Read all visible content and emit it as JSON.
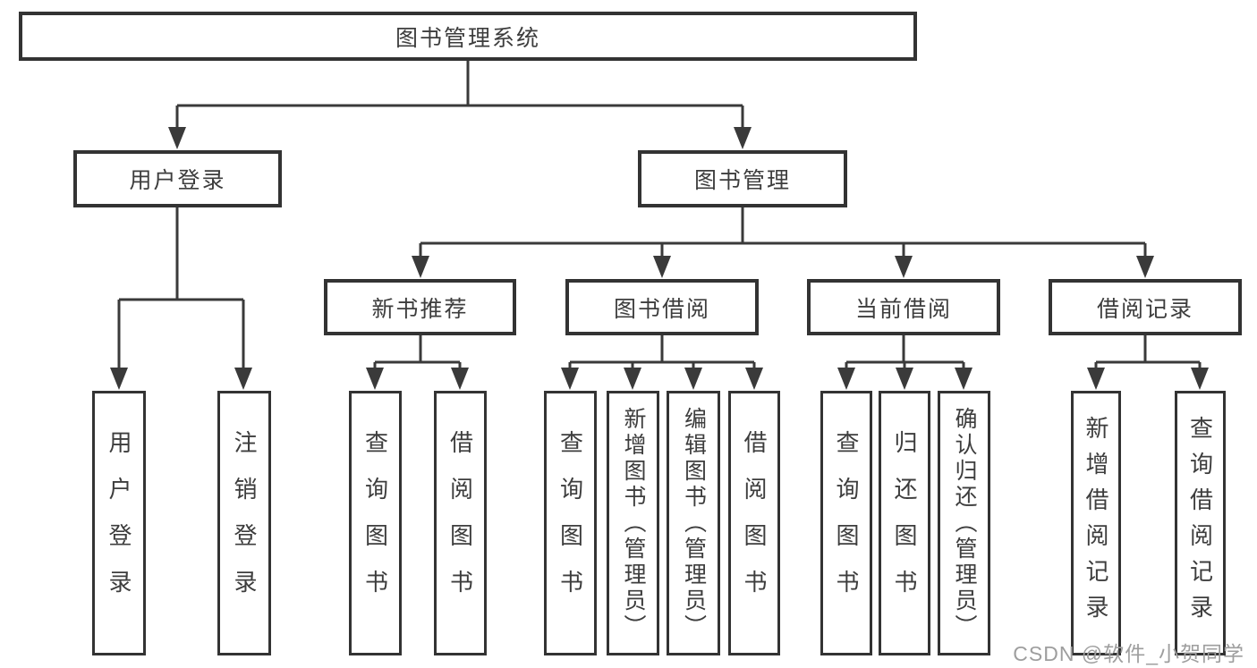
{
  "tree": {
    "root": {
      "label": "图书管理系统",
      "children": [
        {
          "label": "用户登录",
          "children": [
            {
              "label": "用户登录"
            },
            {
              "label": "注销登录"
            }
          ]
        },
        {
          "label": "图书管理",
          "children": [
            {
              "label": "新书推荐",
              "children": [
                {
                  "label": "查询图书"
                },
                {
                  "label": "借阅图书"
                }
              ]
            },
            {
              "label": "图书借阅",
              "children": [
                {
                  "label": "查询图书"
                },
                {
                  "label": "新增图书（管理员）"
                },
                {
                  "label": "编辑图书（管理员）"
                },
                {
                  "label": "借阅图书"
                }
              ]
            },
            {
              "label": "当前借阅",
              "children": [
                {
                  "label": "查询图书"
                },
                {
                  "label": "归还图书"
                },
                {
                  "label": "确认归还（管理员）"
                }
              ]
            },
            {
              "label": "借阅记录",
              "children": [
                {
                  "label": "新增借阅记录"
                },
                {
                  "label": "查询借阅记录"
                }
              ]
            }
          ]
        }
      ]
    }
  },
  "watermark": {
    "text": "CSDN @软件_小贺同学",
    "color": "#9e9e9e"
  },
  "colors": {
    "line": "#3a3a3a",
    "box_border": "#333333",
    "text": "#3d3d3d",
    "background": "#ffffff"
  }
}
